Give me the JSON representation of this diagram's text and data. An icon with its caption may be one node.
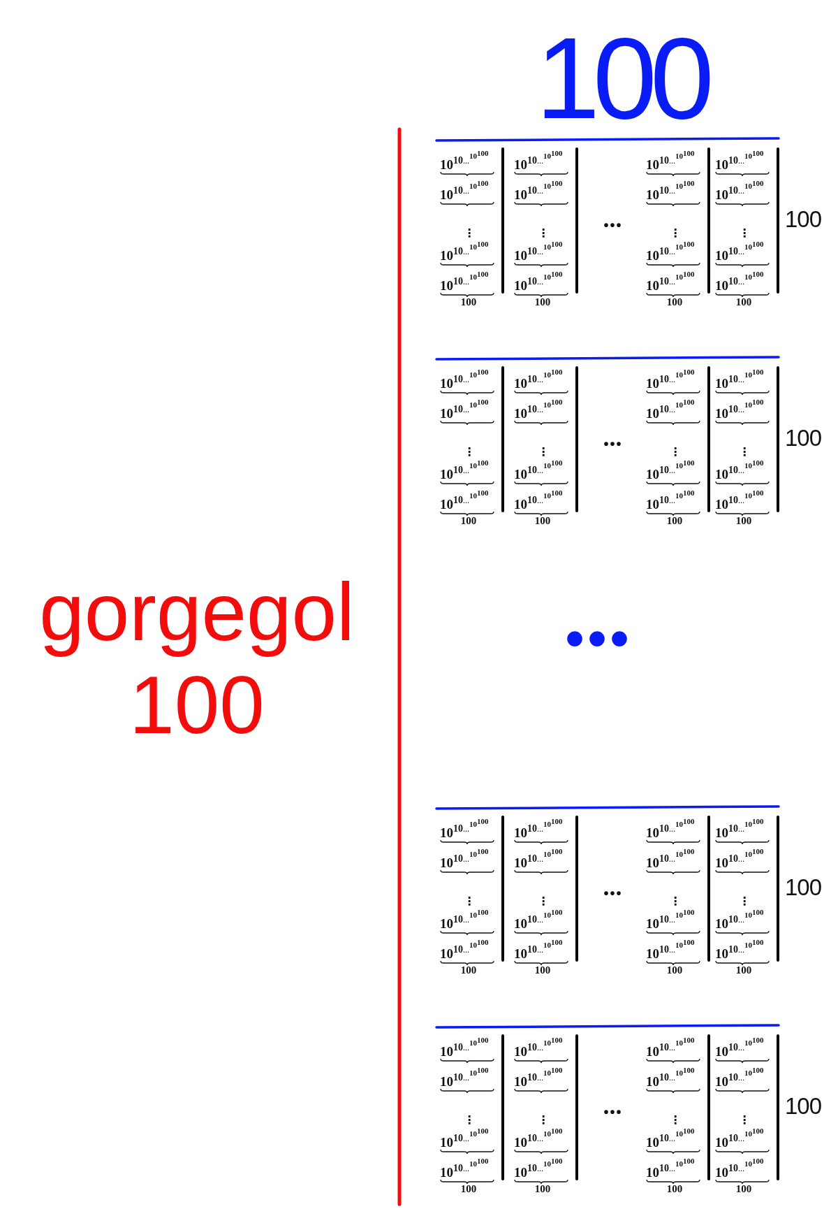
{
  "diagram": {
    "labels": [
      "100",
      "gorgegol 100",
      "10$^{10}$$^{…}$$^{10}$$^{100}$",
      "10$^{10}$$^{…}$$^{10}$$^{100}$",
      "⋮",
      "10$^{10}$$^{…}$$^{10}$$^{100}$",
      "10$^{10}$$^{…}$$^{10}$$^{100}$",
      "100",
      "10$^{10}$$^{…}$$^{10}$$^{100}$",
      "10$^{10}$$^{…}$$^{10}$$^{100}$",
      "⋮",
      "10$^{10}$$^{…}$$^{10}$$^{100}$",
      "10$^{10}$$^{…}$$^{10}$$^{100}$",
      "100",
      "•••",
      "10$^{10}$$^{…}$$^{10}$$^{100}$",
      "10$^{10}$$^{…}$$^{10}$$^{100}$",
      "⋮",
      "10$^{10}$$^{…}$$^{10}$$^{100}$",
      "10$^{10}$$^{…}$$^{10}$$^{100}$",
      "100",
      "10$^{10}$$^{…}$$^{10}$$^{100}$",
      "10$^{10}$$^{…}$$^{10}$$^{100}$",
      "⋮",
      "10$^{10}$$^{…}$$^{10}$$^{100}$",
      "10$^{10}$$^{…}$$^{10}$$^{100}$",
      "100",
      "100",
      "10$^{10}$$^{…}$$^{10}$$^{100}$",
      "10$^{10}$$^{…}$$^{10}$$^{100}$",
      "⋮",
      "10$^{10}$$^{…}$$^{10}$$^{100}$",
      "10$^{10}$$^{…}$$^{10}$$^{100}$",
      "100",
      "10$^{10}$$^{…}$$^{10}$$^{100}$",
      "10$^{10}$$^{…}$$^{10}$$^{100}$",
      "⋮",
      "10$^{10}$$^{…}$$^{10}$$^{100}$",
      "10$^{10}$$^{…}$$^{10}$$^{100}$",
      "100",
      "•••",
      "10$^{10}$$^{…}$$^{10}$$^{100}$",
      "10$^{10}$$^{…}$$^{10}$$^{100}$",
      "⋮",
      "10$^{10}$$^{…}$$^{10}$$^{100}$",
      "10$^{10}$$^{…}$$^{10}$$^{100}$",
      "100",
      "10$^{10}$$^{…}$$^{10}$$^{100}$",
      "10$^{10}$$^{…}$$^{10}$$^{100}$",
      "⋮",
      "10$^{10}$$^{…}$$^{10}$$^{100}$",
      "10$^{10}$$^{…}$$^{10}$$^{100}$",
      "100",
      "100",
      "•••",
      "10$^{10}$$^{…}$$^{10}$$^{100}$",
      "10$^{10}$$^{…}$$^{10}$$^{100}$",
      "⋮",
      "10$^{10}$$^{…}$$^{10}$$^{100}$",
      "10$^{10}$$^{…}$$^{10}$$^{100}$",
      "100",
      "10$^{10}$$^{…}$$^{10}$$^{100}$",
      "10$^{10}$$^{…}$$^{10}$$^{100}$",
      "⋮",
      "10$^{10}$$^{…}$$^{10}$$^{100}$",
      "10$^{10}$$^{…}$$^{10}$$^{100}$",
      "100",
      "•••",
      "10$^{10}$$^{…}$$^{10}$$^{100}$",
      "10$^{10}$$^{…}$$^{10}$$^{100}$",
      "⋮",
      "10$^{10}$$^{…}$$^{10}$$^{100}$",
      "10$^{10}$$^{…}$$^{10}$$^{100}$",
      "100",
      "10$^{10}$$^{…}$$^{10}$$^{100}$",
      "10$^{10}$$^{…}$$^{10}$$^{100}$",
      "⋮",
      "10$^{10}$$^{…}$$^{10}$$^{100}$",
      "10$^{10}$$^{…}$$^{10}$$^{100}$",
      "100",
      "100",
      "10$^{10}$$^{…}$$^{10}$$^{100}$",
      "10$^{10}$$^{…}$$^{10}$$^{100}$",
      "⋮",
      "10$^{10}$$^{…}$$^{10}$$^{100}$",
      "10$^{10}$$^{…}$$^{10}$$^{100}$",
      "100",
      "10$^{10}$$^{…}$$^{10}$$^{100}$",
      "10$^{10}$$^{…}$$^{10}$$^{100}$",
      "⋮",
      "10$^{10}$$^{…}$$^{10}$$^{100}$",
      "10$^{10}$$^{…}$$^{10}$$^{100}$",
      "100",
      "•••",
      "10$^{10}$$^{…}$$^{10}$$^{100}$",
      "10$^{10}$$^{…}$$^{10}$$^{100}$",
      "⋮",
      "10$^{10}$$^{…}$$^{10}$$^{100}$",
      "10$^{10}$$^{…}$$^{10}$$^{100}$",
      "100",
      "10$^{10}$$^{…}$$^{10}$$^{100}$",
      "10$^{10}$$^{…}$$^{10}$$^{100}$",
      "⋮",
      "10$^{10}$$^{…}$$^{10}$$^{100}$",
      "10$^{10}$$^{…}$$^{10}$$^{100}$",
      "100",
      "100"
    ]
  }
}
